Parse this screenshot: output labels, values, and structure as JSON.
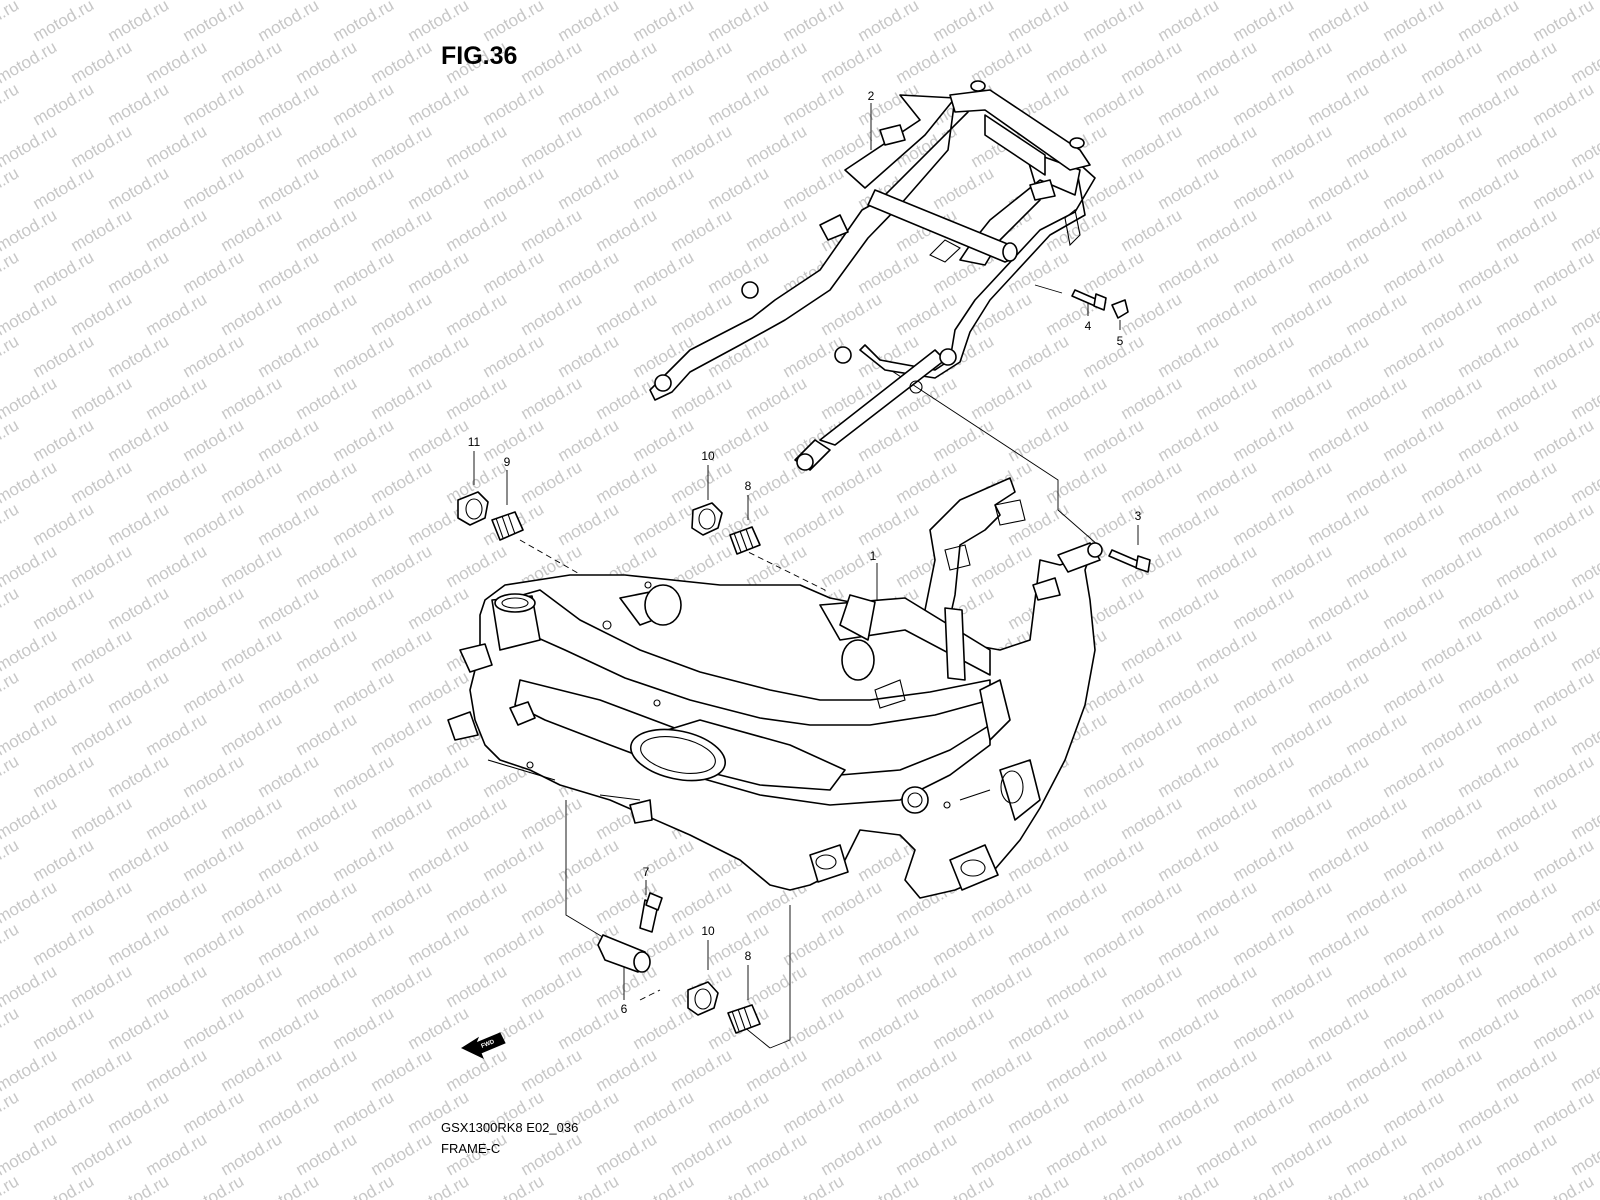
{
  "figure": {
    "title": "FIG.36",
    "model_code": "GSX1300RK8 E02_036",
    "section_name": "FRAME-C"
  },
  "watermark": {
    "text": "motod.ru",
    "color": "#c7c7c7"
  },
  "fwd_label": "FWD",
  "callouts": [
    {
      "id": "1",
      "label": "1"
    },
    {
      "id": "2",
      "label": "2"
    },
    {
      "id": "3",
      "label": "3"
    },
    {
      "id": "4",
      "label": "4"
    },
    {
      "id": "5",
      "label": "5"
    },
    {
      "id": "6",
      "label": "6"
    },
    {
      "id": "7",
      "label": "7"
    },
    {
      "id": "8a",
      "label": "8"
    },
    {
      "id": "8b",
      "label": "8"
    },
    {
      "id": "9",
      "label": "9"
    },
    {
      "id": "10a",
      "label": "10"
    },
    {
      "id": "10b",
      "label": "10"
    },
    {
      "id": "11",
      "label": "11"
    }
  ]
}
